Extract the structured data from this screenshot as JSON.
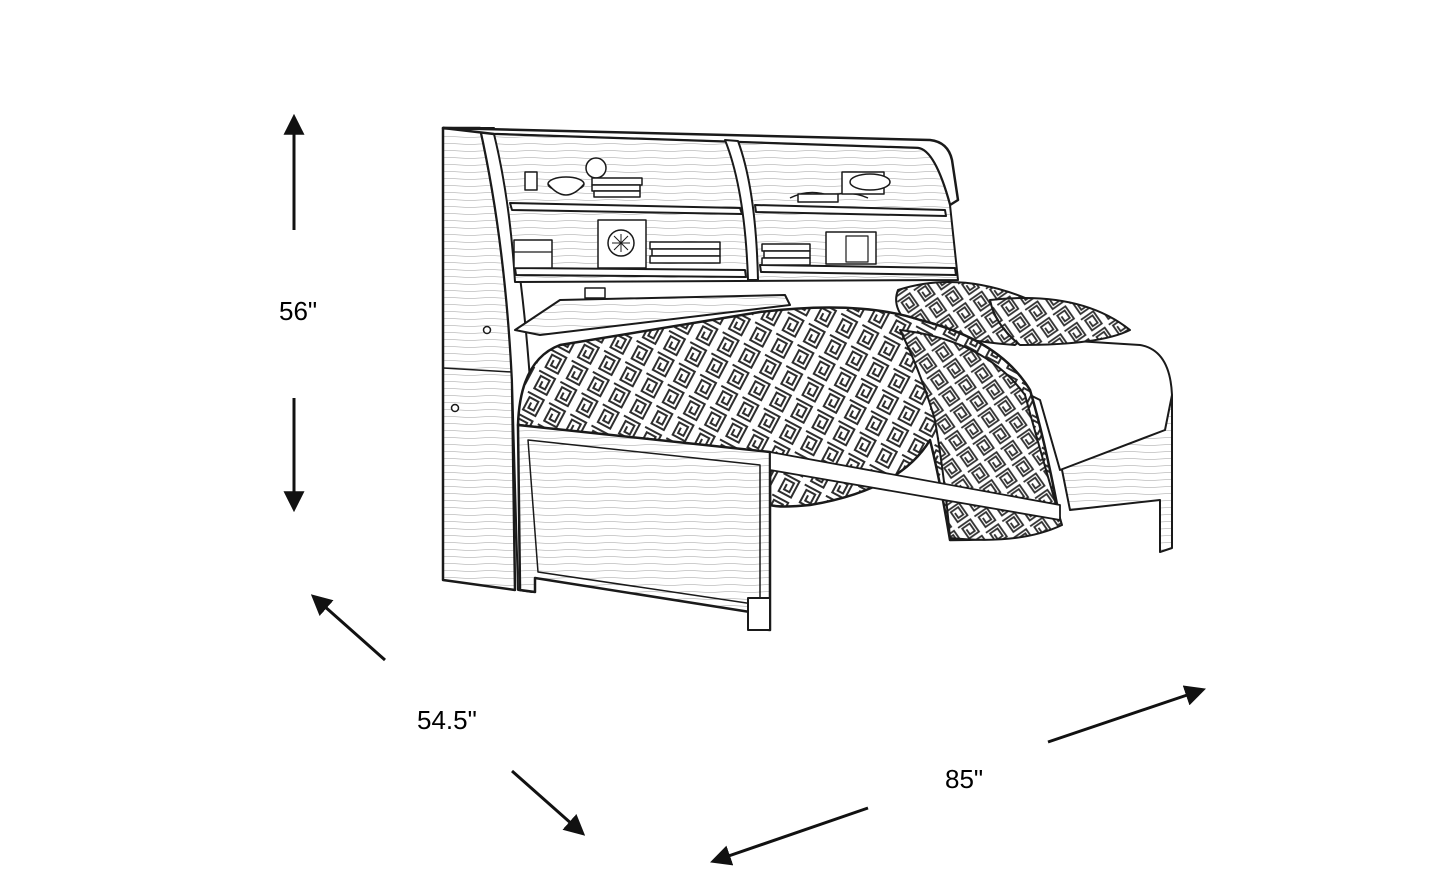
{
  "dimensions": {
    "height": "56\"",
    "depth": "54.5\"",
    "width": "85\""
  },
  "colors": {
    "line": "#1a1a1a",
    "background": "#ffffff",
    "fabric": "#444444"
  }
}
